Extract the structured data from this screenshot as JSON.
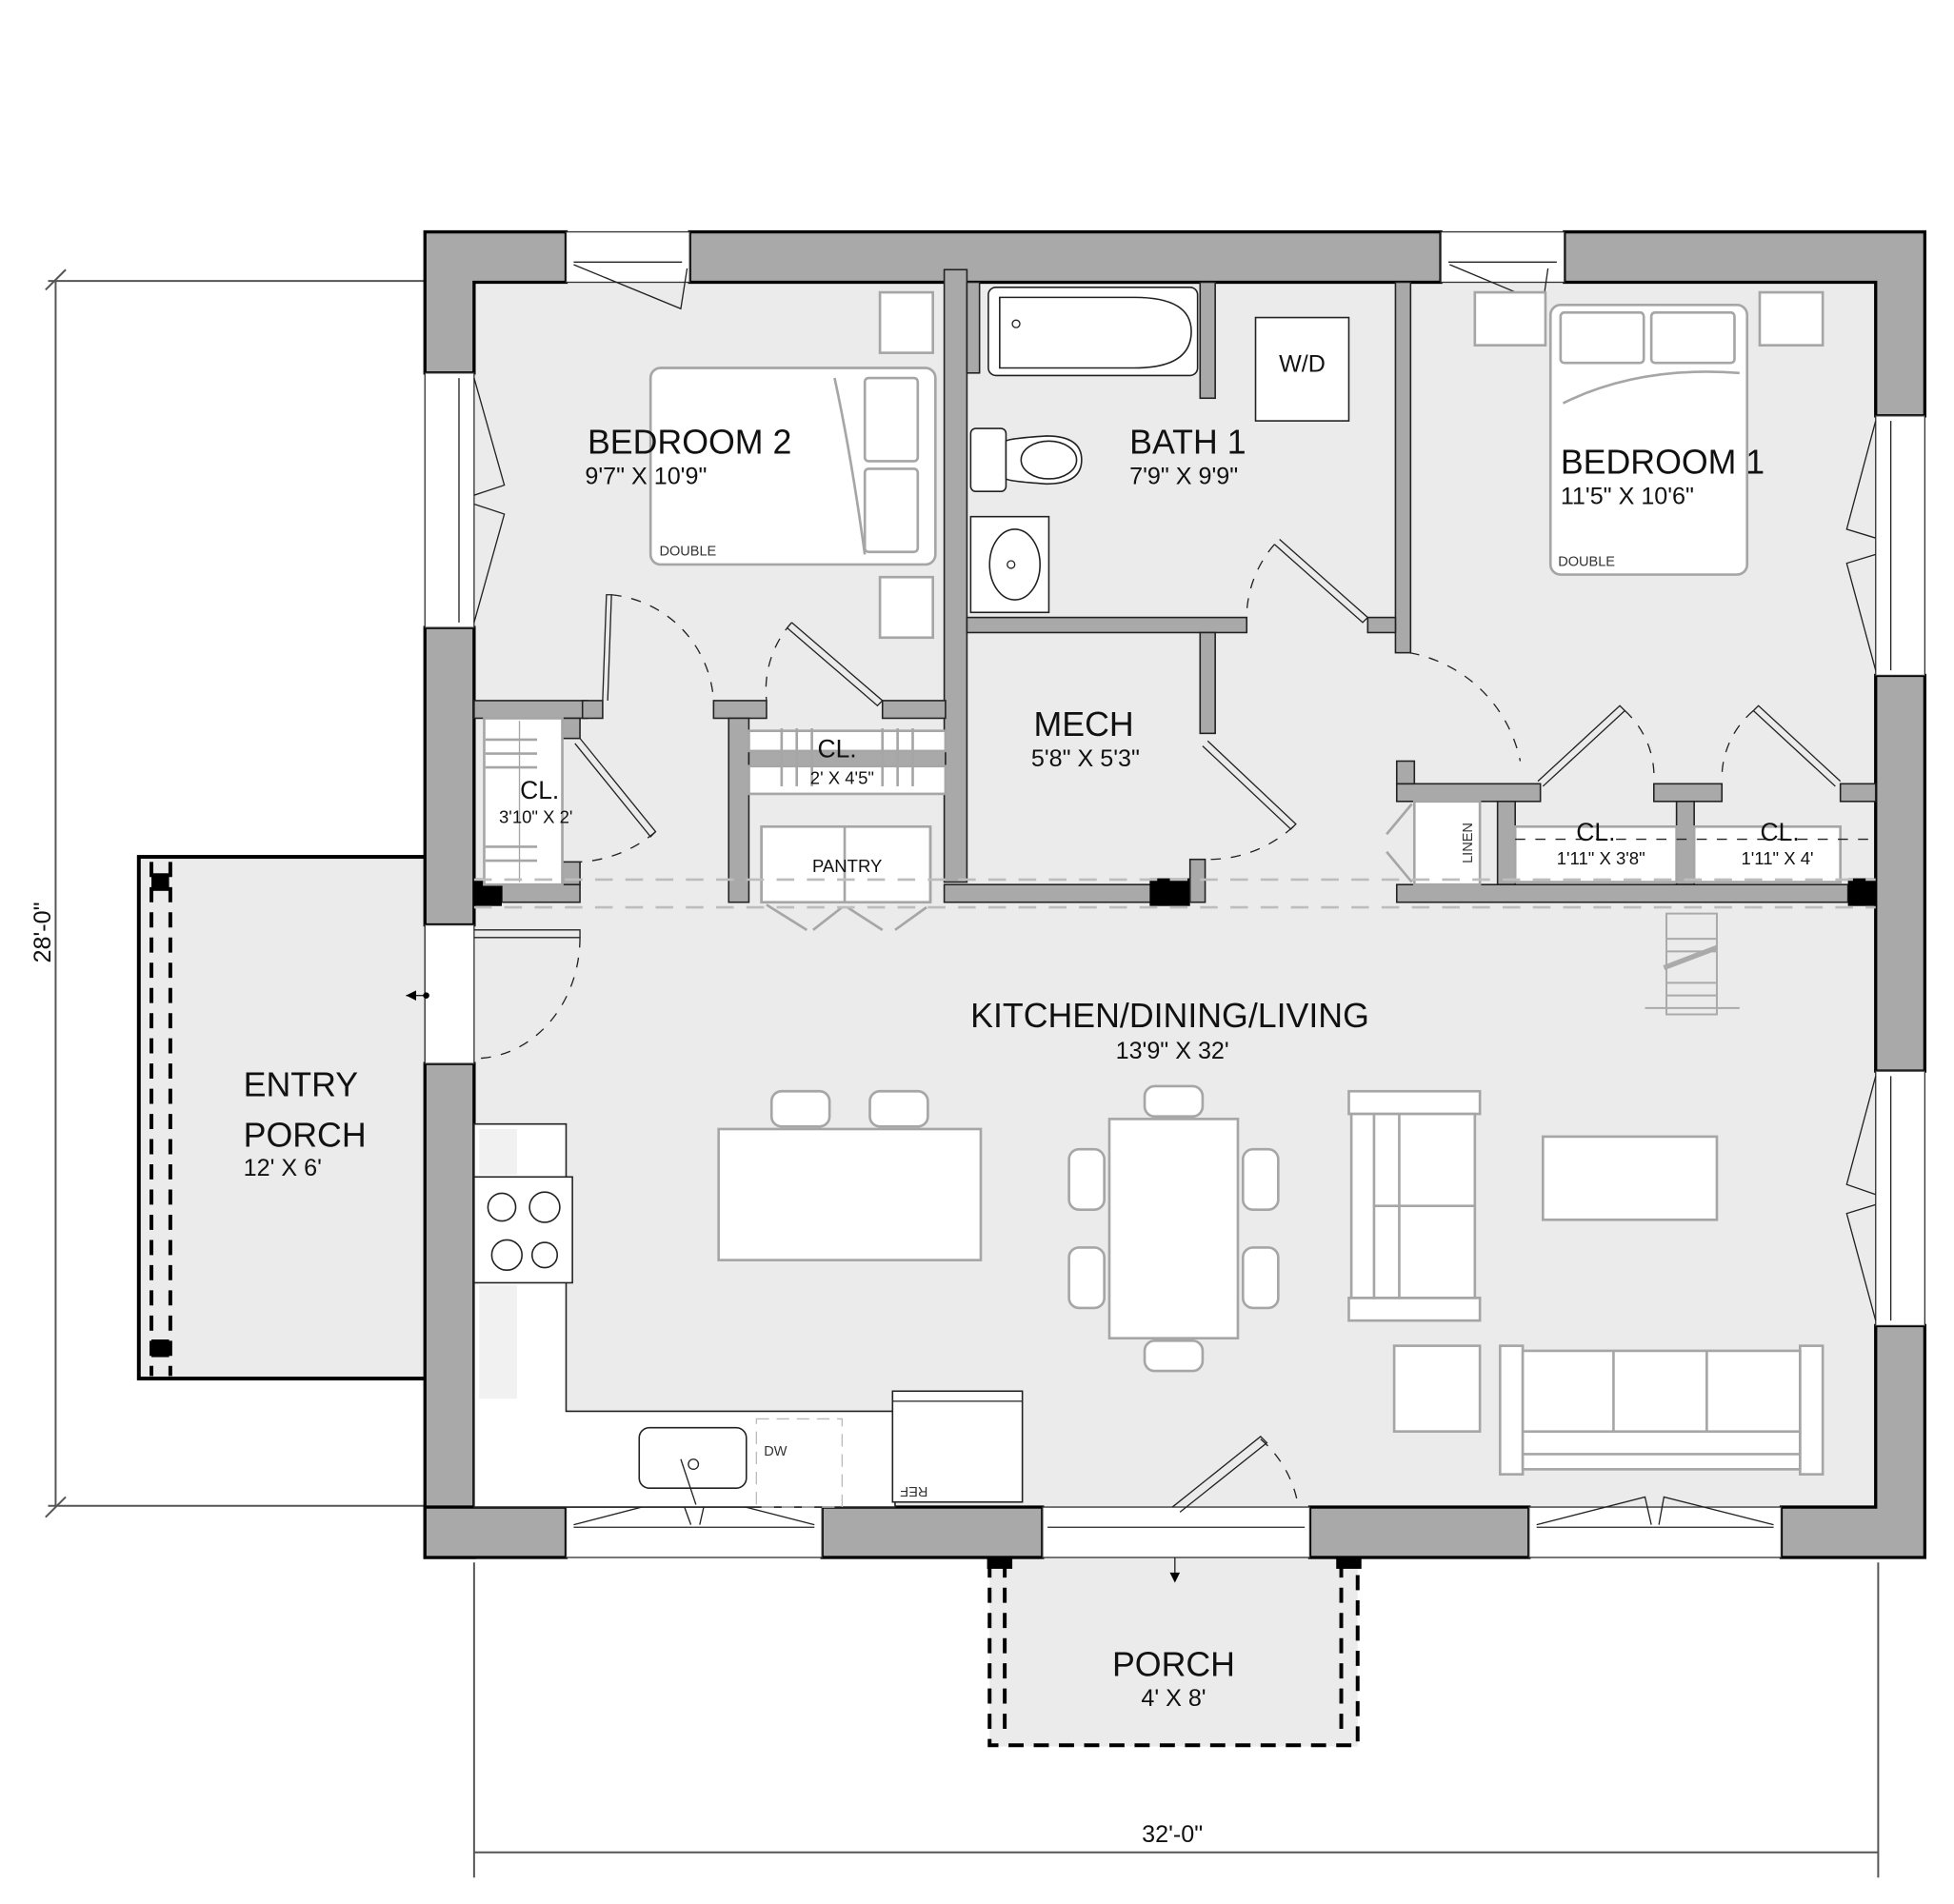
{
  "plan": {
    "overall_width": "32'-0\"",
    "overall_depth": "28'-0\""
  },
  "rooms": {
    "bedroom2": {
      "name": "BEDROOM 2",
      "size": "9'7\" X 10'9\"",
      "bed_label": "DOUBLE"
    },
    "bath1": {
      "name": "BATH 1",
      "size": "7'9\" X 9'9\"",
      "wd_label": "W/D"
    },
    "bedroom1": {
      "name": "BEDROOM 1",
      "size": "11'5\" X 10'6\"",
      "bed_label": "DOUBLE"
    },
    "mech": {
      "name": "MECH",
      "size": "5'8\" X 5'3\""
    },
    "closet_entry": {
      "name": "CL.",
      "size": "3'10\" X 2'"
    },
    "closet_bed2": {
      "name": "CL.",
      "size": "2' X 4'5\""
    },
    "pantry": {
      "name": "PANTRY"
    },
    "linen": {
      "name": "LINEN"
    },
    "closet_bed1_a": {
      "name": "CL.",
      "size": "1'11\" X 3'8\""
    },
    "closet_bed1_b": {
      "name": "CL.",
      "size": "1'11\" X 4'"
    },
    "kdl": {
      "name": "KITCHEN/DINING/LIVING",
      "size": "13'9\" X 32'"
    },
    "entry_porch": {
      "name_line1": "ENTRY",
      "name_line2": "PORCH",
      "size": "12' X 6'"
    },
    "porch": {
      "name": "PORCH",
      "size": "4' X 8'"
    }
  },
  "fixtures": {
    "dishwasher": "DW",
    "refrigerator": "REF"
  },
  "colors": {
    "wall": "#a9a9a9",
    "floor": "#ebebeb",
    "furniture_stroke": "#a6a6a6",
    "post": "#000000"
  }
}
